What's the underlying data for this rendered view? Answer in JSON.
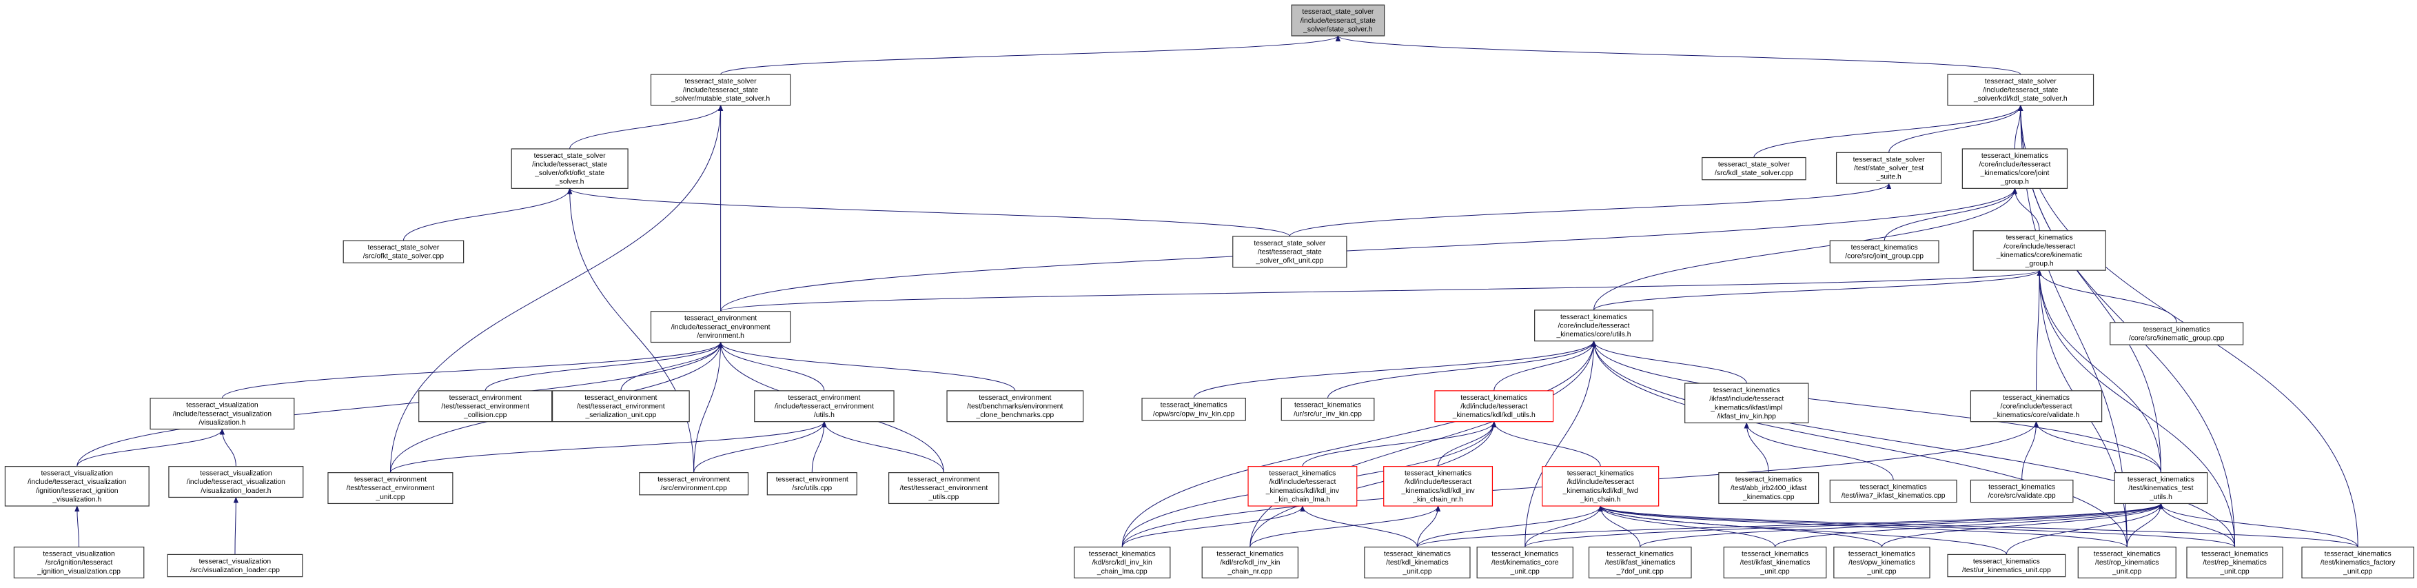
{
  "diagram": {
    "type": "include-dependency-graph",
    "colors": {
      "edge": "#191970",
      "root_fill": "#bfbfbf",
      "node_border": "#333333",
      "truncated_border": "#ff0000"
    },
    "nodes": [
      {
        "id": "n0",
        "lines": [
          "tesseract_state_solver",
          "/include/tesseract_state",
          "_solver/state_solver.h"
        ],
        "style": "root"
      },
      {
        "id": "n1",
        "lines": [
          "tesseract_state_solver",
          "/include/tesseract_state",
          "_solver/mutable_state_solver.h"
        ]
      },
      {
        "id": "n2",
        "lines": [
          "tesseract_state_solver",
          "/include/tesseract_state",
          "_solver/kdl/kdl_state_solver.h"
        ]
      },
      {
        "id": "n3",
        "lines": [
          "tesseract_state_solver",
          "/include/tesseract_state",
          "_solver/ofkt/ofkt_state",
          "_solver.h"
        ]
      },
      {
        "id": "n4",
        "lines": [
          "tesseract_environment",
          "/include/tesseract_environment",
          "/environment.h"
        ]
      },
      {
        "id": "n5",
        "lines": [
          "tesseract_state_solver",
          "/src/kdl_state_solver.cpp"
        ]
      },
      {
        "id": "n6",
        "lines": [
          "tesseract_state_solver",
          "/test/state_solver_test",
          "_suite.h"
        ]
      },
      {
        "id": "n7",
        "lines": [
          "tesseract_kinematics",
          "/core/include/tesseract",
          "_kinematics/core/joint",
          "_group.h"
        ]
      },
      {
        "id": "n8",
        "lines": [
          "tesseract_state_solver",
          "/src/ofkt_state_solver.cpp"
        ]
      },
      {
        "id": "n9",
        "lines": [
          "tesseract_state_solver",
          "/test/tesseract_state",
          "_solver_ofkt_unit.cpp"
        ]
      },
      {
        "id": "n10",
        "lines": [
          "tesseract_kinematics",
          "/core/src/joint_group.cpp"
        ]
      },
      {
        "id": "n11",
        "lines": [
          "tesseract_kinematics",
          "/core/include/tesseract",
          "_kinematics/core/kinematic",
          "_group.h"
        ]
      },
      {
        "id": "n12",
        "lines": [
          "tesseract_kinematics",
          "/core/src/kinematic_group.cpp"
        ]
      },
      {
        "id": "n13",
        "lines": [
          "tesseract_kinematics",
          "/core/include/tesseract",
          "_kinematics/core/utils.h"
        ]
      },
      {
        "id": "n14",
        "lines": [
          "tesseract_visualization",
          "/include/tesseract_visualization",
          "/visualization.h"
        ]
      },
      {
        "id": "n15",
        "lines": [
          "tesseract_environment",
          "/test/tesseract_environment",
          "_collision.cpp"
        ]
      },
      {
        "id": "n16",
        "lines": [
          "tesseract_environment",
          "/test/tesseract_environment",
          "_serialization_unit.cpp"
        ]
      },
      {
        "id": "n17",
        "lines": [
          "tesseract_environment",
          "/include/tesseract_environment",
          "/utils.h"
        ]
      },
      {
        "id": "n18",
        "lines": [
          "tesseract_environment",
          "/test/benchmarks/environment",
          "_clone_benchmarks.cpp"
        ]
      },
      {
        "id": "n19",
        "lines": [
          "tesseract_kinematics",
          "/opw/src/opw_inv_kin.cpp"
        ]
      },
      {
        "id": "n20",
        "lines": [
          "tesseract_kinematics",
          "/ur/src/ur_inv_kin.cpp"
        ]
      },
      {
        "id": "n21",
        "lines": [
          "tesseract_kinematics",
          "/kdl/include/tesseract",
          "_kinematics/kdl/kdl_utils.h"
        ],
        "style": "truncated"
      },
      {
        "id": "n22",
        "lines": [
          "tesseract_kinematics",
          "/ikfast/include/tesseract",
          "_kinematics/ikfast/impl",
          "/ikfast_inv_kin.hpp"
        ]
      },
      {
        "id": "n23",
        "lines": [
          "tesseract_kinematics",
          "/core/include/tesseract",
          "_kinematics/core/validate.h"
        ]
      },
      {
        "id": "n24",
        "lines": [
          "tesseract_visualization",
          "/include/tesseract_visualization",
          "/ignition/tesseract_ignition",
          "_visualization.h"
        ]
      },
      {
        "id": "n25",
        "lines": [
          "tesseract_visualization",
          "/include/tesseract_visualization",
          "/visualization_loader.h"
        ]
      },
      {
        "id": "n26",
        "lines": [
          "tesseract_environment",
          "/test/tesseract_environment",
          "_unit.cpp"
        ]
      },
      {
        "id": "n27",
        "lines": [
          "tesseract_environment",
          "/src/environment.cpp"
        ]
      },
      {
        "id": "n28",
        "lines": [
          "tesseract_environment",
          "/src/utils.cpp"
        ]
      },
      {
        "id": "n29",
        "lines": [
          "tesseract_environment",
          "/test/tesseract_environment",
          "_utils.cpp"
        ]
      },
      {
        "id": "n30",
        "lines": [
          "tesseract_kinematics",
          "/kdl/include/tesseract",
          "_kinematics/kdl/kdl_inv",
          "_kin_chain_lma.h"
        ],
        "style": "truncated"
      },
      {
        "id": "n31",
        "lines": [
          "tesseract_kinematics",
          "/kdl/include/tesseract",
          "_kinematics/kdl/kdl_inv",
          "_kin_chain_nr.h"
        ],
        "style": "truncated"
      },
      {
        "id": "n32",
        "lines": [
          "tesseract_kinematics",
          "/kdl/include/tesseract",
          "_kinematics/kdl/kdl_fwd",
          "_kin_chain.h"
        ],
        "style": "truncated"
      },
      {
        "id": "n33",
        "lines": [
          "tesseract_kinematics",
          "/test/abb_irb2400_ikfast",
          "_kinematics.cpp"
        ]
      },
      {
        "id": "n34",
        "lines": [
          "tesseract_kinematics",
          "/test/iiwa7_ikfast_kinematics.cpp"
        ]
      },
      {
        "id": "n35",
        "lines": [
          "tesseract_kinematics",
          "/core/src/validate.cpp"
        ]
      },
      {
        "id": "n36",
        "lines": [
          "tesseract_kinematics",
          "/test/kinematics_test",
          "_utils.h"
        ]
      },
      {
        "id": "n37",
        "lines": [
          "tesseract_visualization",
          "/src/ignition/tesseract",
          "_ignition_visualization.cpp"
        ]
      },
      {
        "id": "n38",
        "lines": [
          "tesseract_visualization",
          "/src/visualization_loader.cpp"
        ]
      },
      {
        "id": "n39",
        "lines": [
          "tesseract_kinematics",
          "/kdl/src/kdl_inv_kin",
          "_chain_lma.cpp"
        ]
      },
      {
        "id": "n40",
        "lines": [
          "tesseract_kinematics",
          "/kdl/src/kdl_inv_kin",
          "_chain_nr.cpp"
        ]
      },
      {
        "id": "n41",
        "lines": [
          "tesseract_kinematics",
          "/test/kdl_kinematics",
          "_unit.cpp"
        ]
      },
      {
        "id": "n42",
        "lines": [
          "tesseract_kinematics",
          "/test/kinematics_core",
          "_unit.cpp"
        ]
      },
      {
        "id": "n43",
        "lines": [
          "tesseract_kinematics",
          "/test/ikfast_kinematics",
          "_7dof_unit.cpp"
        ]
      },
      {
        "id": "n44",
        "lines": [
          "tesseract_kinematics",
          "/test/ikfast_kinematics",
          "_unit.cpp"
        ]
      },
      {
        "id": "n45",
        "lines": [
          "tesseract_kinematics",
          "/test/opw_kinematics",
          "_unit.cpp"
        ]
      },
      {
        "id": "n46",
        "lines": [
          "tesseract_kinematics",
          "/test/ur_kinematics_unit.cpp"
        ]
      },
      {
        "id": "n47",
        "lines": [
          "tesseract_kinematics",
          "/test/rop_kinematics",
          "_unit.cpp"
        ]
      },
      {
        "id": "n48",
        "lines": [
          "tesseract_kinematics",
          "/test/rep_kinematics",
          "_unit.cpp"
        ]
      },
      {
        "id": "n49",
        "lines": [
          "tesseract_kinematics",
          "/test/kinematics_factory",
          "_unit.cpp"
        ]
      }
    ],
    "edges": [
      [
        "n1",
        "n0"
      ],
      [
        "n2",
        "n0"
      ],
      [
        "n3",
        "n1"
      ],
      [
        "n4",
        "n1"
      ],
      [
        "n26",
        "n1"
      ],
      [
        "n5",
        "n2"
      ],
      [
        "n6",
        "n2"
      ],
      [
        "n7",
        "n2"
      ],
      [
        "n36",
        "n2"
      ],
      [
        "n47",
        "n2"
      ],
      [
        "n48",
        "n2"
      ],
      [
        "n49",
        "n2"
      ],
      [
        "n8",
        "n3"
      ],
      [
        "n9",
        "n3"
      ],
      [
        "n27",
        "n3"
      ],
      [
        "n9",
        "n6"
      ],
      [
        "n10",
        "n7"
      ],
      [
        "n11",
        "n7"
      ],
      [
        "n4",
        "n7"
      ],
      [
        "n13",
        "n7"
      ],
      [
        "n12",
        "n11"
      ],
      [
        "n4",
        "n11"
      ],
      [
        "n13",
        "n11"
      ],
      [
        "n23",
        "n11"
      ],
      [
        "n36",
        "n11"
      ],
      [
        "n47",
        "n11"
      ],
      [
        "n48",
        "n11"
      ],
      [
        "n14",
        "n4"
      ],
      [
        "n15",
        "n4"
      ],
      [
        "n16",
        "n4"
      ],
      [
        "n17",
        "n4"
      ],
      [
        "n18",
        "n4"
      ],
      [
        "n24",
        "n4"
      ],
      [
        "n26",
        "n4"
      ],
      [
        "n27",
        "n4"
      ],
      [
        "n29",
        "n4"
      ],
      [
        "n24",
        "n14"
      ],
      [
        "n25",
        "n14"
      ],
      [
        "n26",
        "n17"
      ],
      [
        "n27",
        "n17"
      ],
      [
        "n28",
        "n17"
      ],
      [
        "n29",
        "n17"
      ],
      [
        "n37",
        "n24"
      ],
      [
        "n38",
        "n25"
      ],
      [
        "n19",
        "n13"
      ],
      [
        "n20",
        "n13"
      ],
      [
        "n21",
        "n13"
      ],
      [
        "n22",
        "n13"
      ],
      [
        "n42",
        "n13"
      ],
      [
        "n36",
        "n13"
      ],
      [
        "n39",
        "n13"
      ],
      [
        "n40",
        "n13"
      ],
      [
        "n47",
        "n13"
      ],
      [
        "n48",
        "n13"
      ],
      [
        "n30",
        "n21"
      ],
      [
        "n31",
        "n21"
      ],
      [
        "n32",
        "n21"
      ],
      [
        "n39",
        "n21"
      ],
      [
        "n40",
        "n21"
      ],
      [
        "n33",
        "n22"
      ],
      [
        "n34",
        "n22"
      ],
      [
        "n35",
        "n23"
      ],
      [
        "n36",
        "n23"
      ],
      [
        "n39",
        "n23"
      ],
      [
        "n39",
        "n30"
      ],
      [
        "n41",
        "n30"
      ],
      [
        "n40",
        "n31"
      ],
      [
        "n41",
        "n31"
      ],
      [
        "n41",
        "n32"
      ],
      [
        "n42",
        "n32"
      ],
      [
        "n43",
        "n32"
      ],
      [
        "n44",
        "n32"
      ],
      [
        "n45",
        "n32"
      ],
      [
        "n46",
        "n32"
      ],
      [
        "n47",
        "n32"
      ],
      [
        "n48",
        "n32"
      ],
      [
        "n49",
        "n32"
      ],
      [
        "n41",
        "n36"
      ],
      [
        "n42",
        "n36"
      ],
      [
        "n43",
        "n36"
      ],
      [
        "n44",
        "n36"
      ],
      [
        "n45",
        "n36"
      ],
      [
        "n46",
        "n36"
      ],
      [
        "n47",
        "n36"
      ],
      [
        "n48",
        "n36"
      ],
      [
        "n49",
        "n36"
      ]
    ]
  }
}
